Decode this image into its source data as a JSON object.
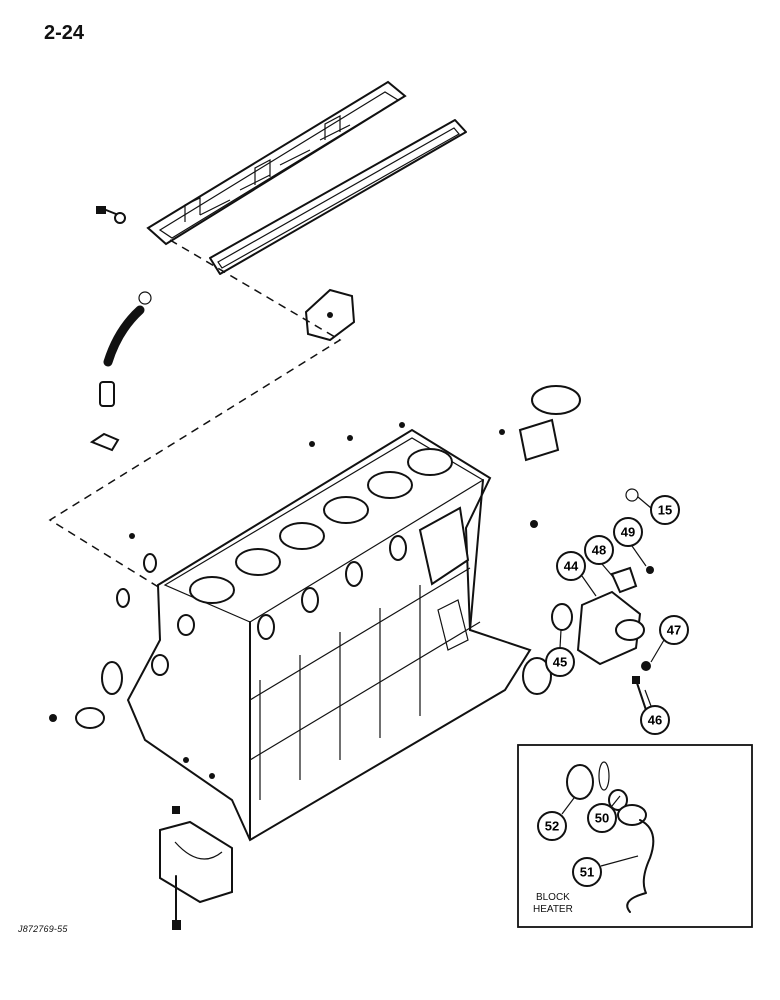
{
  "page": {
    "label": "2-24",
    "drawing_id": "J872769-55"
  },
  "inset": {
    "caption_line1": "BLOCK",
    "caption_line2": "HEATER"
  },
  "callouts": [
    {
      "id": "15",
      "name": "callout-15"
    },
    {
      "id": "44",
      "name": "callout-44"
    },
    {
      "id": "45",
      "name": "callout-45"
    },
    {
      "id": "46",
      "name": "callout-46"
    },
    {
      "id": "47",
      "name": "callout-47"
    },
    {
      "id": "48",
      "name": "callout-48"
    },
    {
      "id": "49",
      "name": "callout-49"
    },
    {
      "id": "50",
      "name": "callout-50"
    },
    {
      "id": "51",
      "name": "callout-51"
    },
    {
      "id": "52",
      "name": "callout-52"
    }
  ]
}
